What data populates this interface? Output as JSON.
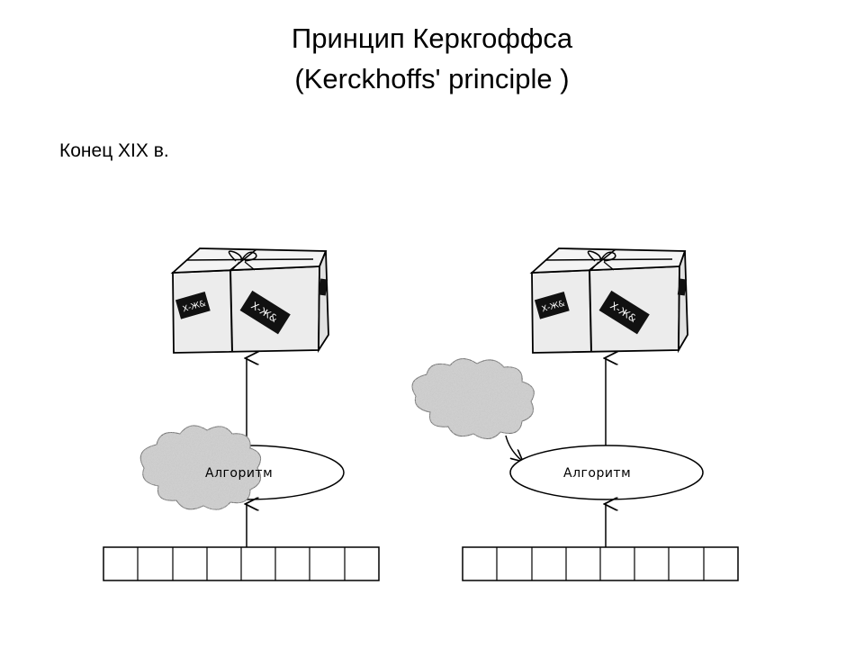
{
  "slide": {
    "title_ru": "Принцип Керкгоффса",
    "title_en": "(Kerckhoffs' principle )",
    "subtitle": "Конец XIX в."
  },
  "figure": {
    "left_panel": {
      "algorithm_label": "Алгоритм",
      "box_tag_text": "Х-Ж&",
      "key_cells": 8
    },
    "right_panel": {
      "algorithm_label": "Алгоритм",
      "box_tag_text": "Х-Ж&",
      "key_cells": 8
    }
  }
}
